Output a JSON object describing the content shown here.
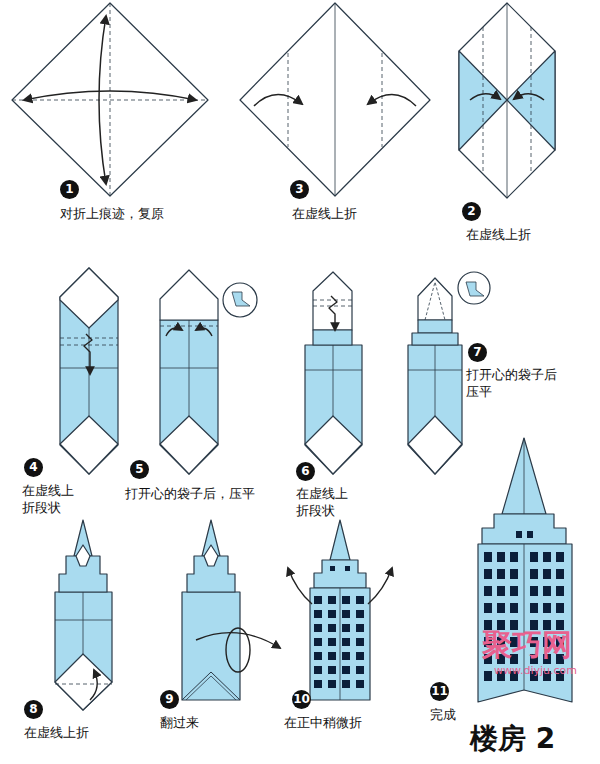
{
  "diagram": {
    "title": "楼房 2",
    "labels": [
      "1",
      "对折上痕迹，复原",
      "3",
      "在虚线上折",
      "2",
      "在虚线上折",
      "4",
      "在虚线上折段状",
      "5",
      "打开心的袋子后，压平",
      "6",
      "在虚线上折段状",
      "7",
      "打开心的袋子后压平",
      "8",
      "在虚线上折",
      "9",
      "翻过来",
      "10",
      "在正中稍微折",
      "11",
      "完成",
      "聚巧网",
      "www.diyju.com"
    ]
  }
}
